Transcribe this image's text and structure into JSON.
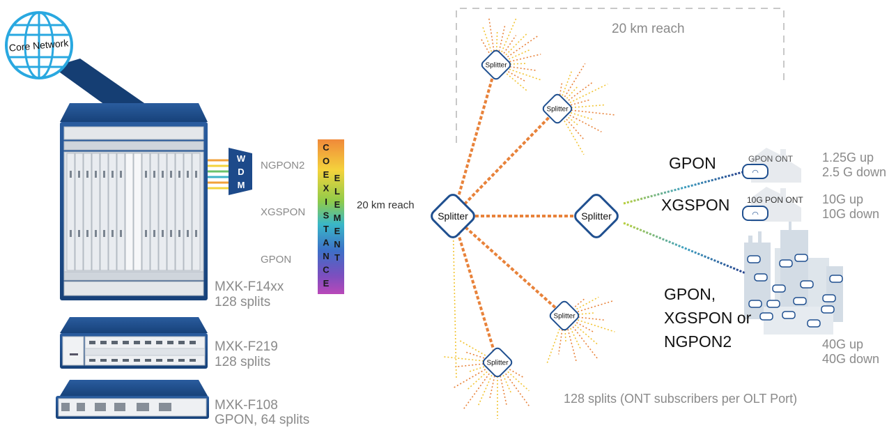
{
  "core_network": {
    "label": "Core Network"
  },
  "olt": {
    "f14xx": {
      "name": "MXK-F14xx",
      "splits": "128 splits"
    },
    "f219": {
      "name": "MXK-F219",
      "splits": "128 splits"
    },
    "f108": {
      "name": "MXK-F108",
      "splits": "GPON, 64 splits"
    }
  },
  "wdm": {
    "label": "WDM",
    "letters": [
      "W",
      "D",
      "M"
    ]
  },
  "links": {
    "ngpon2": "NGPON2",
    "xgspon": "XGSPON",
    "gpon": "GPON"
  },
  "coexistence": {
    "col1": [
      "C",
      "O",
      "E",
      "X",
      "I",
      "S",
      "T",
      "A",
      "N",
      "C",
      "E"
    ],
    "col2": [
      "E",
      "L",
      "E",
      "M",
      "E",
      "N",
      "T"
    ]
  },
  "reach": {
    "feeder": "20 km reach",
    "distribution": "20 km reach"
  },
  "splitter_label": "Splitter",
  "onts": {
    "gpon": {
      "tech": "GPON",
      "device": "GPON ONT",
      "up": "1.25G up",
      "down": "2.5 G down"
    },
    "xgspon": {
      "tech": "XGSPON",
      "device": "10G PON ONT",
      "up": "10G up",
      "down": "10G down"
    },
    "mdu": {
      "tech_lines": [
        "GPON,",
        "XGSPON or",
        "NGPON2"
      ],
      "up": "40G up",
      "down": "40G down"
    }
  },
  "splits_note": "128 splits (ONT subscribers per OLT Port)",
  "colors": {
    "chassis_blue": "#1f4f8f",
    "chassis_dark": "#173e72",
    "globe_blue": "#29a8e0",
    "orange_ray": "#e8823a",
    "yellow_ray": "#f2c432",
    "label_grey": "#8a8a8a"
  }
}
